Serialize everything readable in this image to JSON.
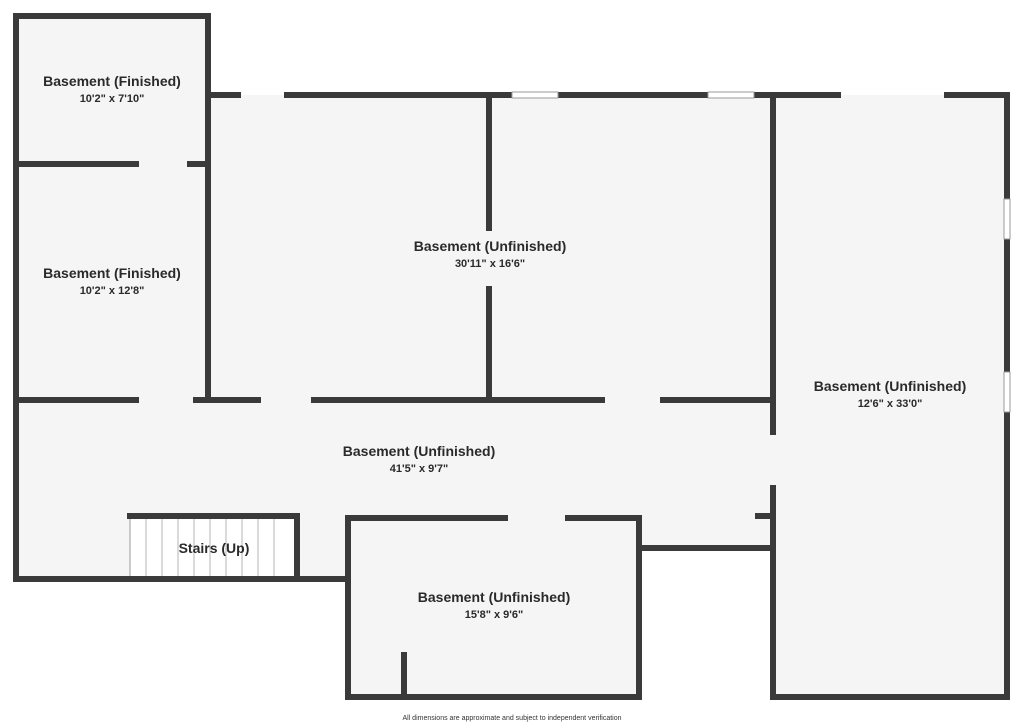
{
  "rooms": [
    {
      "name": "Basement (Finished)",
      "dims": "10'2\" x 7'10\""
    },
    {
      "name": "Basement (Finished)",
      "dims": "10'2\" x 12'8\""
    },
    {
      "name": "Basement (Unfinished)",
      "dims": "30'11\" x 16'6\""
    },
    {
      "name": "Basement (Unfinished)",
      "dims": "12'6\" x 33'0\""
    },
    {
      "name": "Basement (Unfinished)",
      "dims": "41'5\" x 9'7\""
    },
    {
      "name": "Stairs (Up)",
      "dims": ""
    },
    {
      "name": "Basement (Unfinished)",
      "dims": "15'8\" x 9'6\""
    }
  ],
  "footer": {
    "note": "All dimensions are approximate and subject to independent verification"
  },
  "colors": {
    "wall": "#3a3a3a",
    "floor": "#f5f5f5",
    "window": "#ffffff",
    "text": "#2a2a2a"
  }
}
